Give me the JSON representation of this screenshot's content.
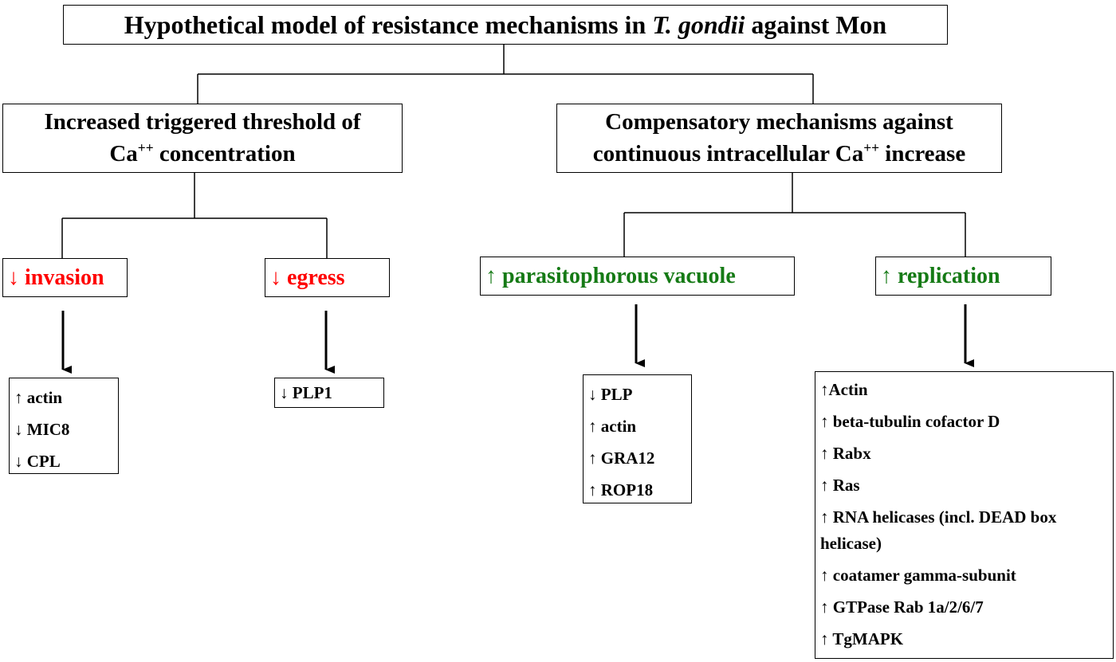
{
  "title": {
    "before": "Hypothetical model of resistance mechanisms in ",
    "italic": "T. gondii",
    "after": " against Mon"
  },
  "branches": {
    "left": {
      "line1": "Increased triggered threshold of",
      "line2_prefix": "Ca",
      "line2_sup": "++",
      "line2_suffix": " concentration"
    },
    "right": {
      "line1": "Compensatory mechanisms against",
      "line2_prefix": "continuous intracellular Ca",
      "line2_sup": "++",
      "line2_suffix": " increase"
    }
  },
  "effects": {
    "invasion": "↓ invasion",
    "egress": "↓ egress",
    "vacuole": "↑ parasitophorous vacuole",
    "replication": "↑ replication"
  },
  "lists": {
    "invasion": [
      "↑ actin",
      "↓ MIC8",
      "↓ CPL"
    ],
    "egress": [
      "↓ PLP1"
    ],
    "vacuole": [
      "↓ PLP",
      "↑ actin",
      "↑ GRA12",
      "↑ ROP18"
    ],
    "replication": [
      "↑Actin",
      "↑ beta-tubulin cofactor D",
      "↑ Rabx",
      "↑ Ras",
      "↑ RNA helicases (incl.  DEAD box helicase)",
      "↑ coatamer gamma-subunit",
      "↑ GTPase Rab 1a/2/6/7",
      "↑ TgMAPK"
    ]
  },
  "colors": {
    "decrease": "#ff0000",
    "increase": "#157a15",
    "line": "#000000"
  }
}
